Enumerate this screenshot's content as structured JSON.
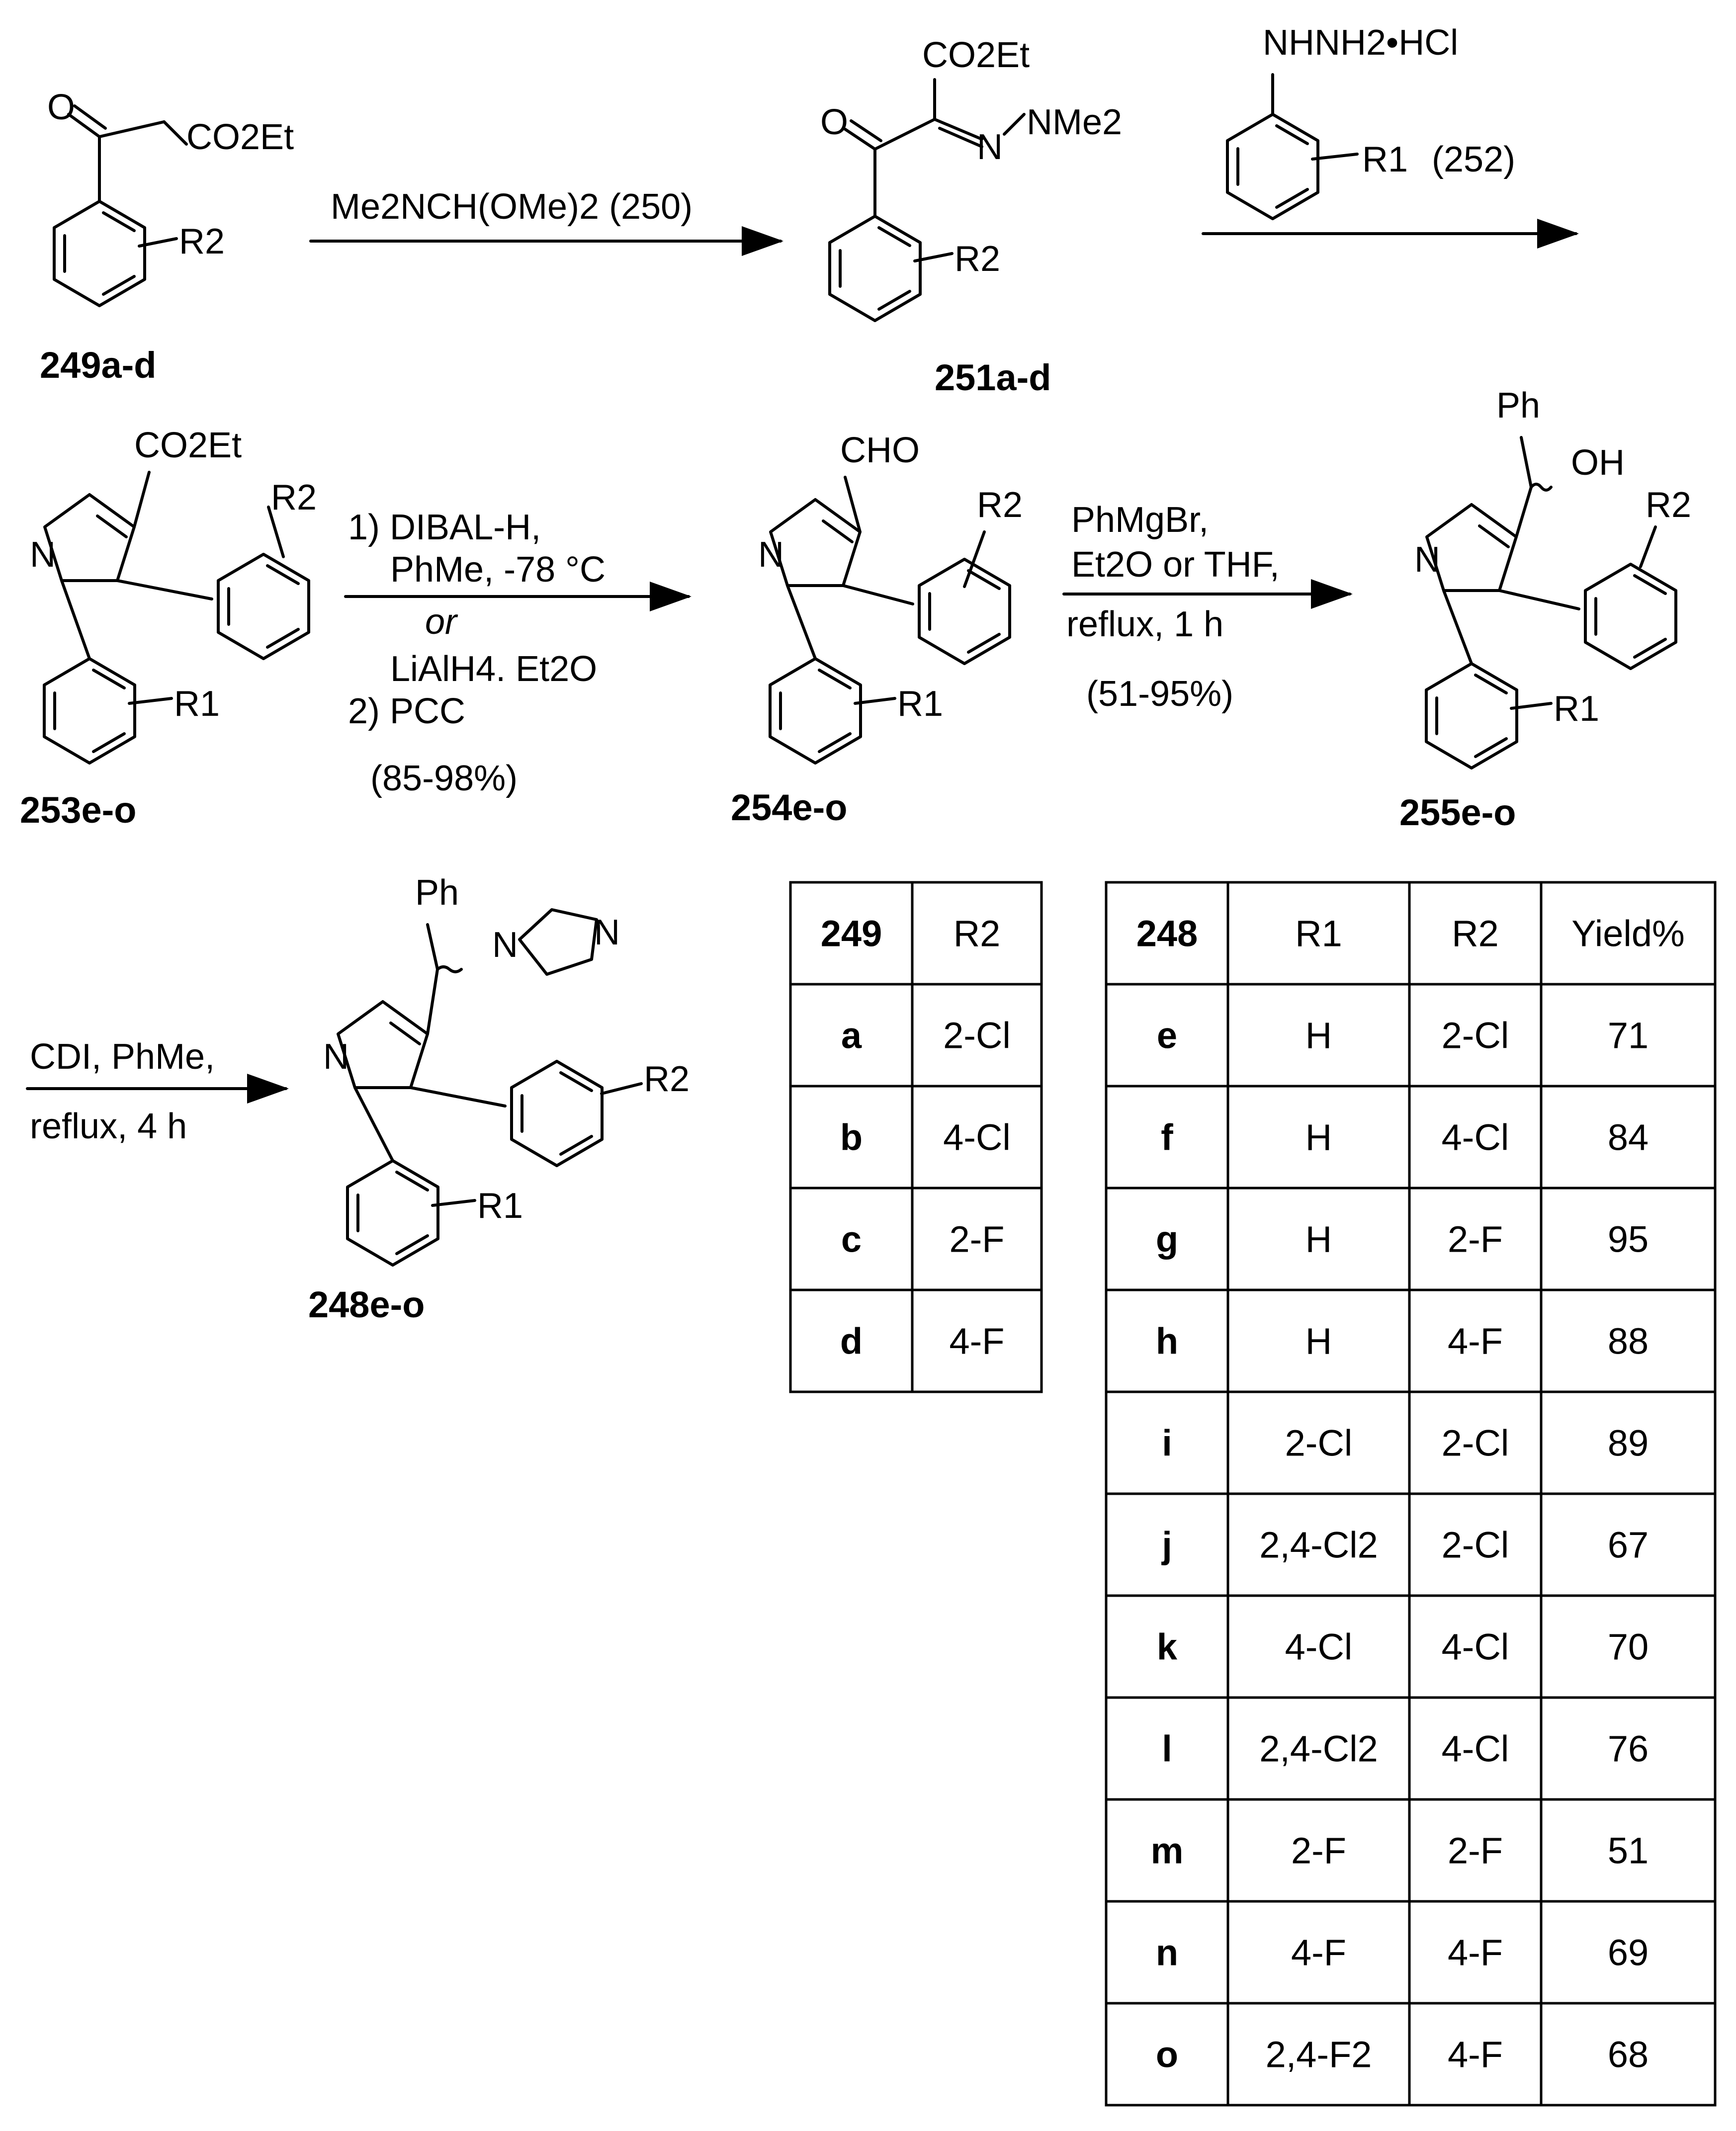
{
  "compounds": {
    "c249": "249a-d",
    "c251": "251a-d",
    "c253": "253e-o",
    "c254": "254e-o",
    "c255": "255e-o",
    "c248": "248e-o"
  },
  "structure_labels": {
    "o": "O",
    "co2et": "CO2Et",
    "r1": "R1",
    "r2": "R2",
    "nme2": "NMe2",
    "n": "N",
    "cho": "CHO",
    "ph": "Ph",
    "oh": "OH",
    "nhnh2hcl": "NHNH2•HCl"
  },
  "conditions": {
    "step1": "Me2NCH(OMe)2 (250)",
    "step2_reagent": "(252)",
    "step3_line1": "1) DIBAL-H,",
    "step3_line2": "PhMe, -78 °C",
    "step3_or": "or",
    "step3_line3": "LiAlH4. Et2O",
    "step3_line4": "2) PCC",
    "step3_yield": "(85-98%)",
    "step4_line1": "PhMgBr,",
    "step4_line2": "Et2O or THF,",
    "step4_line3": "reflux, 1 h",
    "step4_yield": "(51-95%)",
    "step5_line1": "CDI, PhMe,",
    "step5_line2": "reflux, 4 h"
  },
  "table249": {
    "headers": [
      "249",
      "R2"
    ],
    "rows": [
      [
        "a",
        "2-Cl"
      ],
      [
        "b",
        "4-Cl"
      ],
      [
        "c",
        "2-F"
      ],
      [
        "d",
        "4-F"
      ]
    ]
  },
  "table248": {
    "headers": [
      "248",
      "R1",
      "R2",
      "Yield%"
    ],
    "rows": [
      [
        "e",
        "H",
        "2-Cl",
        "71"
      ],
      [
        "f",
        "H",
        "4-Cl",
        "84"
      ],
      [
        "g",
        "H",
        "2-F",
        "95"
      ],
      [
        "h",
        "H",
        "4-F",
        "88"
      ],
      [
        "i",
        "2-Cl",
        "2-Cl",
        "89"
      ],
      [
        "j",
        "2,4-Cl2",
        "2-Cl",
        "67"
      ],
      [
        "k",
        "4-Cl",
        "4-Cl",
        "70"
      ],
      [
        "l",
        "2,4-Cl2",
        "4-Cl",
        "76"
      ],
      [
        "m",
        "2-F",
        "2-F",
        "51"
      ],
      [
        "n",
        "4-F",
        "4-F",
        "69"
      ],
      [
        "o",
        "2,4-F2",
        "4-F",
        "68"
      ]
    ]
  }
}
